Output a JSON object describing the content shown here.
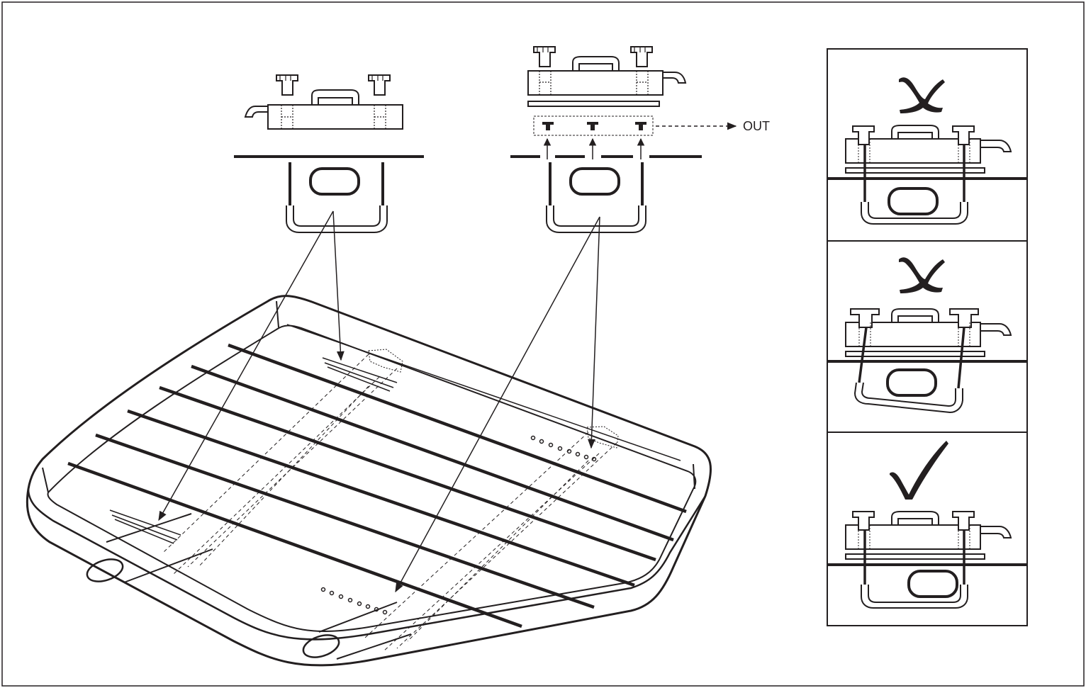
{
  "labels": {
    "out": "OUT"
  },
  "panels": [
    {
      "status": "incorrect",
      "symbol": "cross-mark"
    },
    {
      "status": "incorrect",
      "symbol": "cross-mark"
    },
    {
      "status": "correct",
      "symbol": "check-mark"
    }
  ],
  "colors": {
    "ink": "#231f20",
    "background": "#ffffff"
  }
}
